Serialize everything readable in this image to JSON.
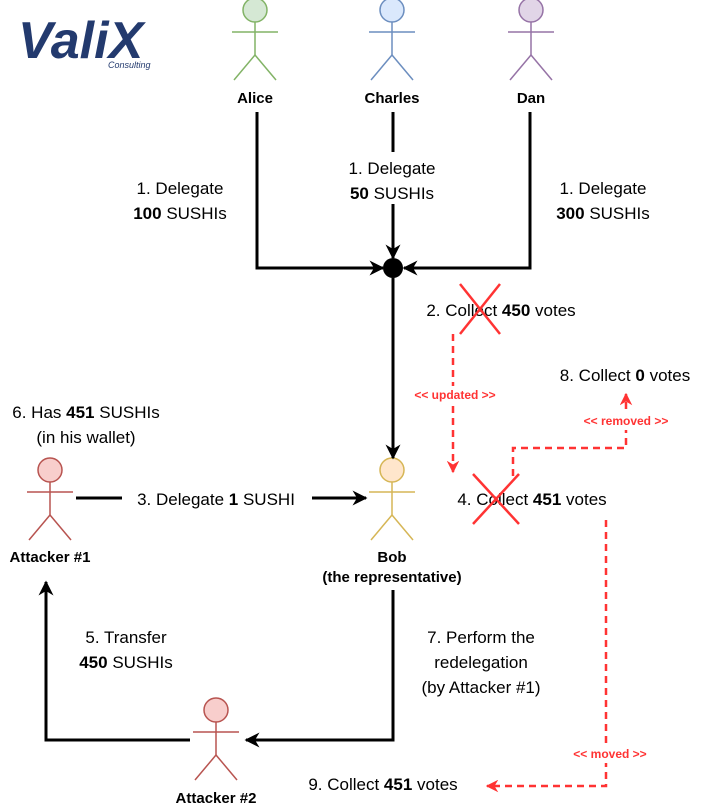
{
  "logo": {
    "text": "ValiX",
    "sub": "Consulting"
  },
  "actors": {
    "alice": "Alice",
    "charles": "Charles",
    "dan": "Dan",
    "attacker1": "Attacker #1",
    "bob_line1": "Bob",
    "bob_line2": "(the representative)",
    "attacker2": "Attacker #2"
  },
  "edges": {
    "alice_delegate": {
      "line1": "1. Delegate",
      "amount": "100",
      "unit": " SUSHIs"
    },
    "charles_delegate": {
      "line1": "1. Delegate",
      "amount": "50",
      "unit": " SUSHIs"
    },
    "dan_delegate": {
      "line1": "1. Delegate",
      "amount": "300",
      "unit": " SUSHIs"
    },
    "attacker_delegate": {
      "prefix": "3. Delegate ",
      "amount": "1",
      "unit": " SUSHI"
    },
    "transfer": {
      "line1": "5. Transfer",
      "amount": "450",
      "unit": " SUSHIs"
    },
    "redelegation": {
      "line1": "7. Perform the",
      "line2": "redelegation",
      "line3": "(by Attacker #1)"
    }
  },
  "notes": {
    "collect2": {
      "prefix": "2. Collect ",
      "amount": "450",
      "unit": " votes"
    },
    "collect4": {
      "prefix": "4. Collect ",
      "amount": "451",
      "unit": " votes"
    },
    "collect8": {
      "prefix": "8. Collect ",
      "amount": "0",
      "unit": " votes"
    },
    "collect9": {
      "prefix": "9. Collect ",
      "amount": "451",
      "unit": " votes"
    },
    "has": {
      "prefix": "6. Has ",
      "amount": "451",
      "unit": " SUSHIs",
      "line2": "(in his wallet)"
    }
  },
  "markers": {
    "updated": "<< updated >>",
    "removed": "<< removed >>",
    "moved": "<< moved >>"
  },
  "colors": {
    "alice": "#82b366",
    "alice_fill": "#d5e8d4",
    "charles": "#6c8ebf",
    "charles_fill": "#dae8fc",
    "dan": "#9673a6",
    "dan_fill": "#e1d5e7",
    "bob": "#d6b656",
    "bob_fill": "#ffe6cc",
    "attacker": "#b85450",
    "attacker_fill": "#f8cecc",
    "red": "#ff3333",
    "logo": "#233a6e"
  }
}
